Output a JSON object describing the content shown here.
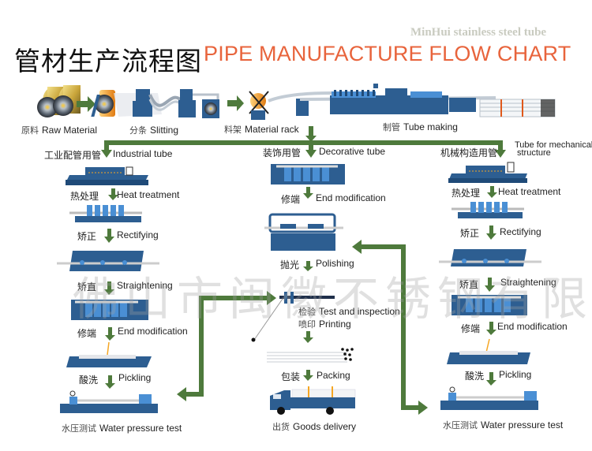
{
  "header": {
    "brand": "MinHui stainless steel tube",
    "title_cn": "管材生产流程图",
    "title_en": "PIPE MANUFACTURE FLOW CHART"
  },
  "watermark": "佛山市闽徽不锈钢有限公司",
  "colors": {
    "arrow_green": "#4e7a3c",
    "machine_blue": "#2d5e91",
    "machine_light": "#4a8fd4",
    "title_orange": "#e8643c",
    "brand_gray": "#c9cbc0"
  },
  "top_row": [
    {
      "cn": "原料",
      "en": "Raw Material"
    },
    {
      "cn": "分条",
      "en": "Slitting"
    },
    {
      "cn": "料架",
      "en": "Material rack"
    },
    {
      "cn": "制管",
      "en": "Tube making"
    }
  ],
  "branches": {
    "industrial": {
      "header_cn": "工业配管用管",
      "header_en": "Industrial tube",
      "steps": [
        {
          "cn": "热处理",
          "en": "Heat treatment"
        },
        {
          "cn": "矫正",
          "en": "Rectifying"
        },
        {
          "cn": "矫直",
          "en": "Straightening"
        },
        {
          "cn": "修端",
          "en": "End modification"
        },
        {
          "cn": "酸洗",
          "en": "Pickling"
        },
        {
          "cn": "水压测试",
          "en": "Water pressure test"
        }
      ]
    },
    "decorative": {
      "header_cn": "装饰用管",
      "header_en": "Decorative tube",
      "steps": [
        {
          "cn": "修端",
          "en": "End modification"
        },
        {
          "cn": "抛光",
          "en": "Polishing"
        },
        {
          "cn": "检验",
          "en": "Test and inspection"
        },
        {
          "cn": "喷印",
          "en": "Printing"
        },
        {
          "cn": "包装",
          "en": "Packing"
        },
        {
          "cn": "出货",
          "en": "Goods delivery"
        }
      ]
    },
    "mechanical": {
      "header_cn": "机械构造用管",
      "header_en_line1": "Tube for mechanical",
      "header_en_line2": "structure",
      "steps": [
        {
          "cn": "热处理",
          "en": "Heat treatment"
        },
        {
          "cn": "矫正",
          "en": "Rectifying"
        },
        {
          "cn": "矫直",
          "en": "Straightening"
        },
        {
          "cn": "修端",
          "en": "End modification"
        },
        {
          "cn": "酸洗",
          "en": "Pickling"
        },
        {
          "cn": "水压测试",
          "en": "Water pressure test"
        }
      ]
    }
  }
}
